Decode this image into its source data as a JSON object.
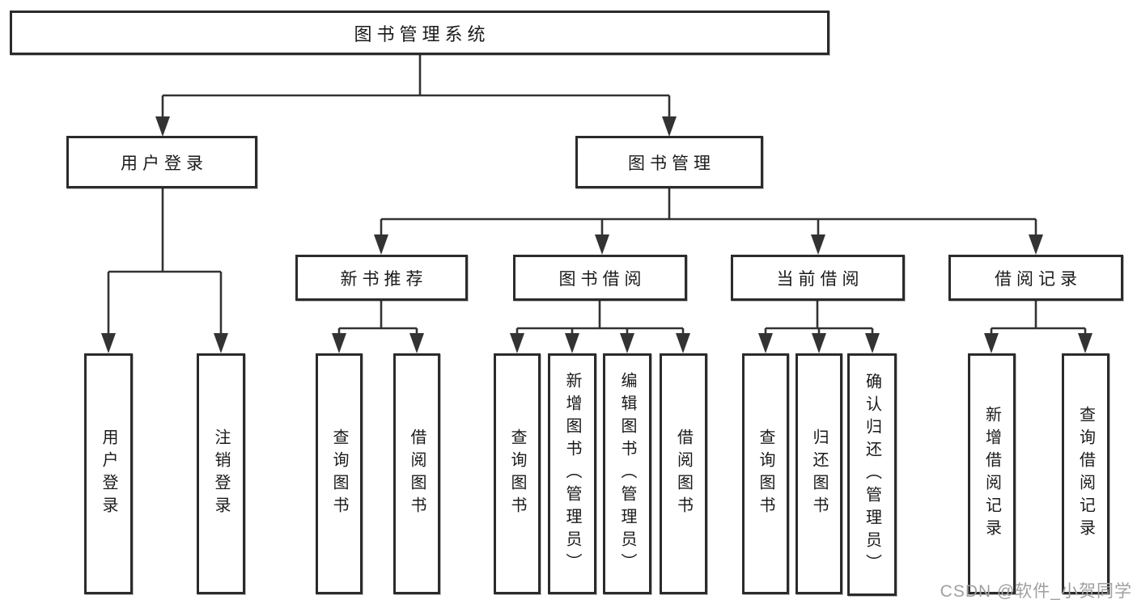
{
  "page": {
    "background": "#ffffff"
  },
  "colors": {
    "line": "#333333",
    "box_border": "#2b2b2b",
    "text": "#1a1a1a",
    "watermark": "#a0a0a0"
  },
  "watermark": {
    "text": "CSDN @软件_小贺同学"
  },
  "tree": {
    "label": "图书管理系统",
    "children": [
      {
        "label": "用户登录",
        "children": [
          {
            "label": "用户登录"
          },
          {
            "label": "注销登录"
          }
        ]
      },
      {
        "label": "图书管理",
        "children": [
          {
            "label": "新书推荐",
            "children": [
              {
                "label": "查询图书"
              },
              {
                "label": "借阅图书"
              }
            ]
          },
          {
            "label": "图书借阅",
            "children": [
              {
                "label": "查询图书"
              },
              {
                "label": "新增图书（管理员）"
              },
              {
                "label": "编辑图书（管理员）"
              },
              {
                "label": "借阅图书"
              }
            ]
          },
          {
            "label": "当前借阅",
            "children": [
              {
                "label": "查询图书"
              },
              {
                "label": "归还图书"
              },
              {
                "label": "确认归还（管理员）"
              }
            ]
          },
          {
            "label": "借阅记录",
            "children": [
              {
                "label": "新增借阅记录"
              },
              {
                "label": "查询借阅记录"
              }
            ]
          }
        ]
      }
    ]
  }
}
